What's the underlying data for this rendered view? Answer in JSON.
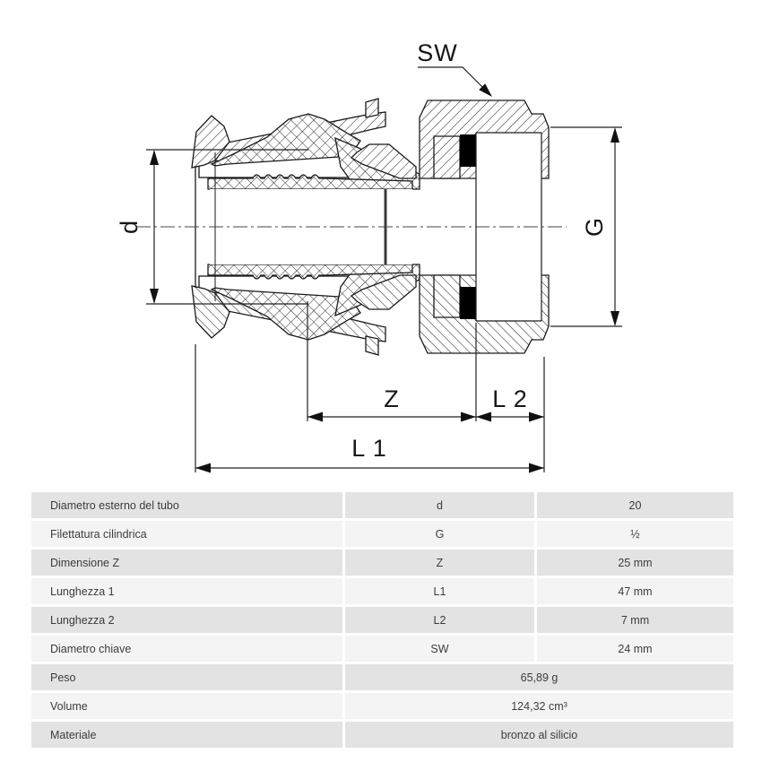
{
  "drawing": {
    "dimension_labels": {
      "sw": "SW",
      "d": "d",
      "g": "G",
      "z": "Z",
      "l2": "L 2",
      "l1": "L 1"
    }
  },
  "table": {
    "rows": [
      {
        "name": "Diametro esterno del tubo",
        "symbol": "d",
        "value": "20"
      },
      {
        "name": "Filettatura cilindrica",
        "symbol": "G",
        "value": "½"
      },
      {
        "name": "Dimensione Z",
        "symbol": "Z",
        "value": "25 mm"
      },
      {
        "name": "Lunghezza 1",
        "symbol": "L1",
        "value": "47 mm"
      },
      {
        "name": "Lunghezza 2",
        "symbol": "L2",
        "value": "7 mm"
      },
      {
        "name": "Diametro chiave",
        "symbol": "SW",
        "value": "24 mm"
      },
      {
        "name": "Peso",
        "value": "65,89 g"
      },
      {
        "name": "Volume",
        "value": "124,32 cm³"
      },
      {
        "name": "Materiale",
        "value": "bronzo al silicio"
      }
    ]
  },
  "colors": {
    "row_dark": "#e3e3e3",
    "row_light": "#f4f4f4",
    "line": "#1a1a1a",
    "seal": "#000000",
    "text": "#3c3c3c"
  }
}
